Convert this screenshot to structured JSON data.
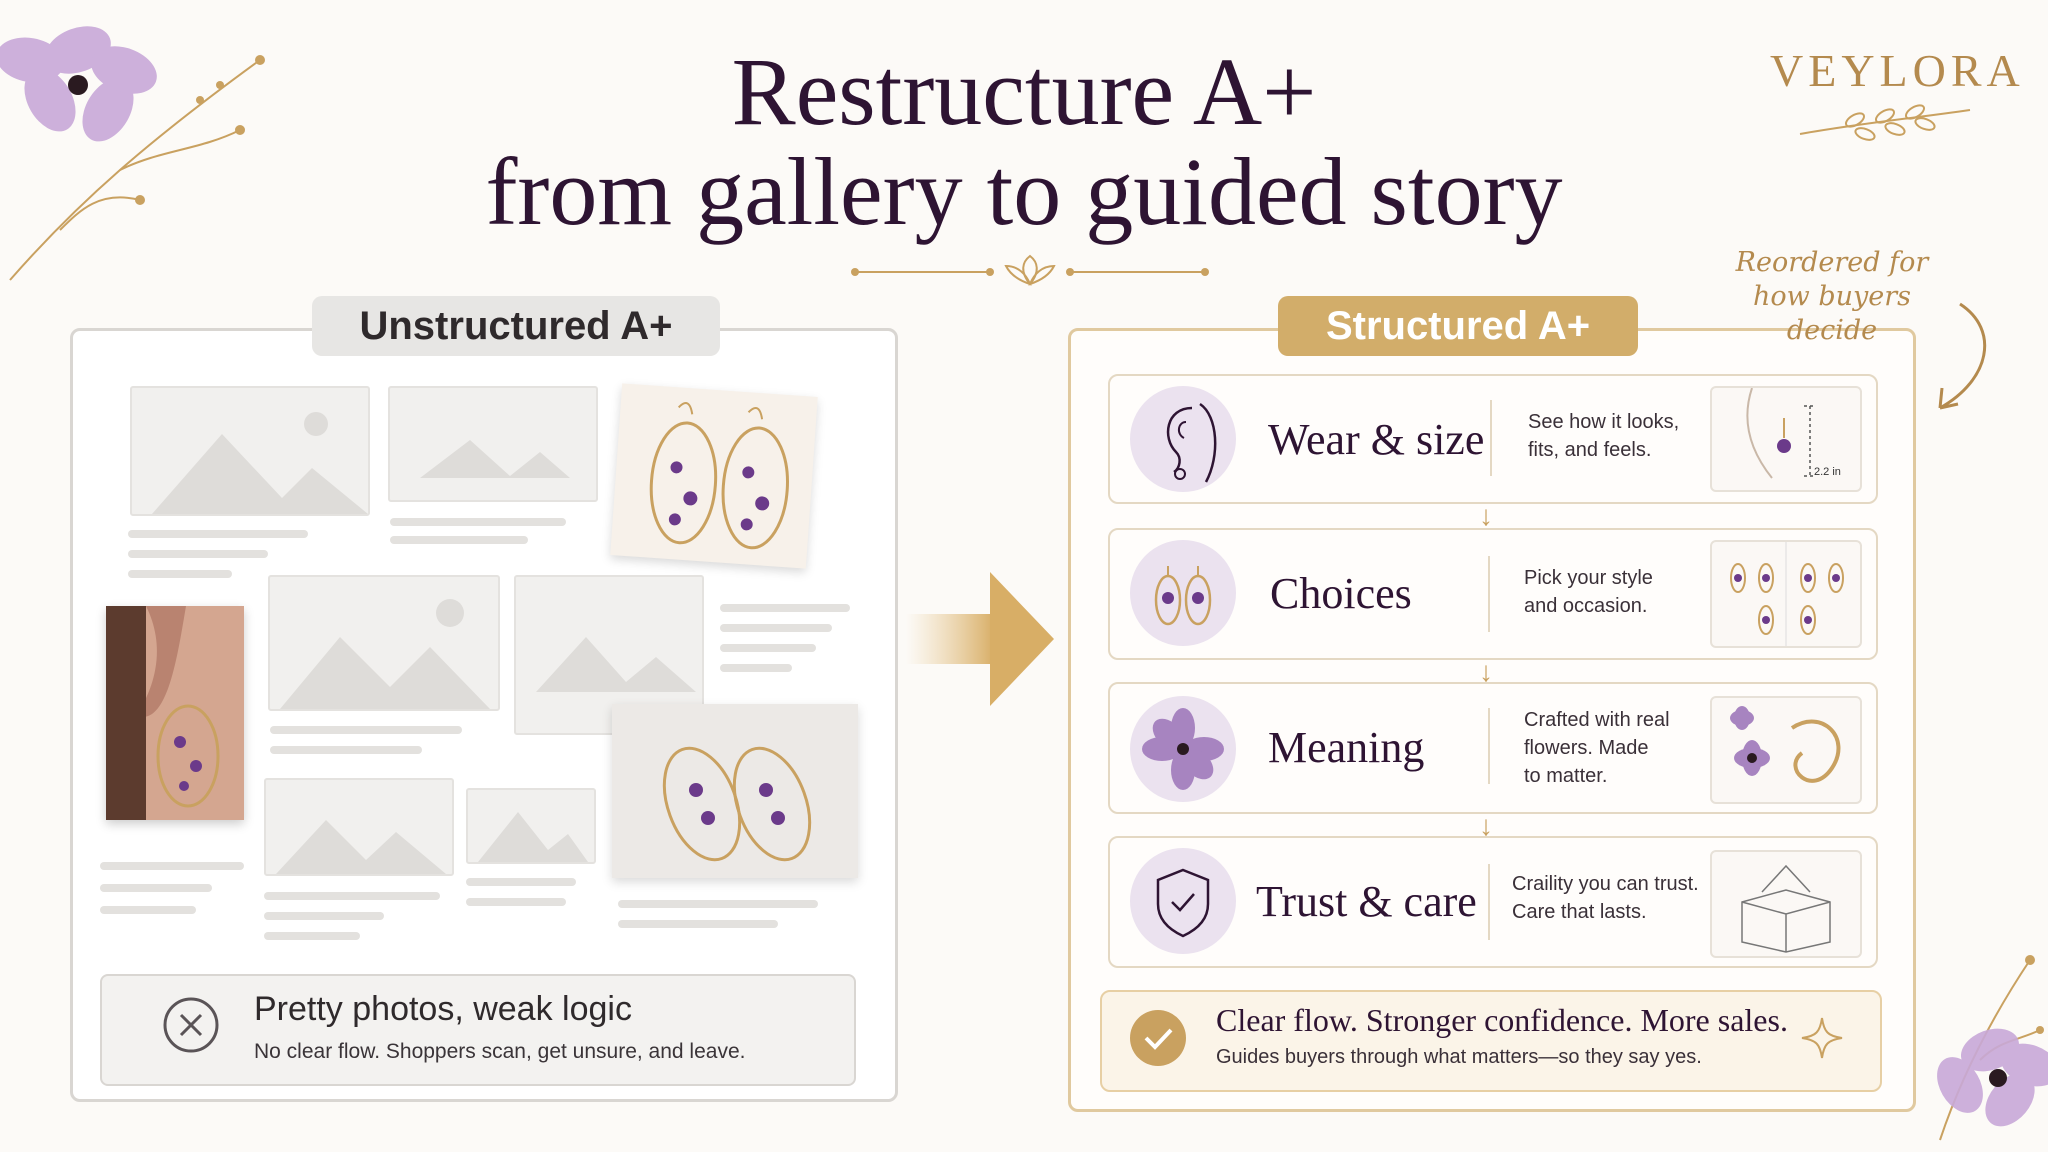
{
  "header": {
    "title_line1": "Restructure A+",
    "title_line2": "from gallery to guided story",
    "brand": "VEYLORA"
  },
  "left": {
    "label": "Unstructured A+",
    "problem_title": "Pretty photos, weak logic",
    "problem_desc": "No clear flow. Shoppers scan, get unsure, and leave."
  },
  "right": {
    "label": "Structured A+",
    "note": "Reordered for how buyers decide",
    "steps": [
      {
        "label": "Wear & size",
        "desc_line1": "See how it looks,",
        "desc_line2": "fits, and feels.",
        "desc_line3": "",
        "thumb_label": "2.2 in"
      },
      {
        "label": "Choices",
        "desc_line1": "Pick your style",
        "desc_line2": "and occasion.",
        "desc_line3": ""
      },
      {
        "label": "Meaning",
        "desc_line1": "Crafted with real",
        "desc_line2": "flowers. Made",
        "desc_line3": "to matter."
      },
      {
        "label": "Trust & care",
        "desc_line1": "Craility you can trust.",
        "desc_line2": "Care that lasts.",
        "desc_line3": ""
      }
    ],
    "result_title": "Clear flow. Stronger confidence. More sales.",
    "result_desc": "Guides buyers through what matters—so they say yes."
  },
  "colors": {
    "gold": "#d2ad6a",
    "plum": "#2e1433",
    "lavender": "#ebe2ef",
    "flower": "#a784c0"
  },
  "icons": [
    "ear-icon",
    "earrings-icon",
    "flower-icon",
    "shield-check-icon",
    "x-circle-icon",
    "check-circle-icon",
    "sparkle-icon",
    "arrow-right-icon"
  ]
}
